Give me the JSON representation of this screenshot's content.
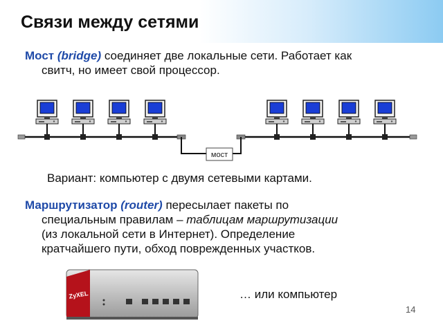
{
  "slide": {
    "title": "Связи между сетями",
    "bridge_term": "Мост",
    "bridge_term_en": "(bridge)",
    "bridge_text_1": " соединяет две локальные сети. Работает как",
    "bridge_text_2": "свитч, но имеет свой процессор.",
    "bridge_label": "мост",
    "variant_text": "Вариант: компьютер с двумя сетевыми картами.",
    "router_term": "Маршрутизатор",
    "router_term_en": "(router)",
    "router_text_1": " пересылает пакеты по",
    "router_text_2a": "специальным правилам – ",
    "router_text_2b": "таблицам   маршрутизации",
    "router_text_3": "(из локальной сети в Интернет). Определение",
    "router_text_4": "кратчайшего пути, обход поврежденных участков.",
    "or_computer": "… или компьютер",
    "router_brand": "ZyXEL",
    "page_number": "14"
  },
  "colors": {
    "term_blue": "#1f4aa8",
    "screen_blue": "#1a3ed6",
    "router_red": "#b5121b",
    "header_gradient_end": "#8ccbf2"
  },
  "icons": [
    "computer-icon",
    "router-device-icon"
  ]
}
